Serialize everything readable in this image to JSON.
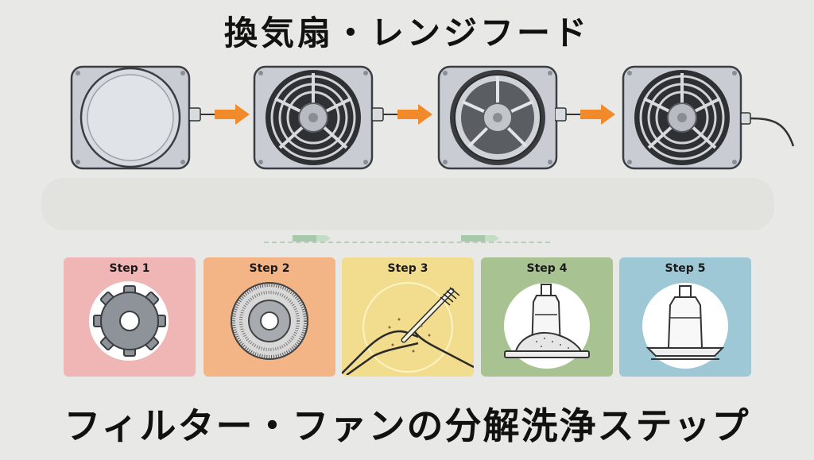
{
  "header": {
    "title": "換気扇・レンジフード"
  },
  "footer": {
    "title": "フィルター・ファンの分解洗浄ステップ"
  },
  "units": [
    {
      "name": "cover-closed",
      "icon": "closed-cover-icon"
    },
    {
      "name": "fan-exposed",
      "icon": "fan-icon"
    },
    {
      "name": "fan-inner",
      "icon": "fan-icon"
    },
    {
      "name": "fan-reassembled",
      "icon": "fan-with-cord-icon"
    }
  ],
  "steps": [
    {
      "label": "Step 1",
      "color": "#f0b6b6",
      "icon": "gear-part-icon"
    },
    {
      "label": "Step 2",
      "color": "#f3b486",
      "icon": "round-brush-icon"
    },
    {
      "label": "Step 3",
      "color": "#f2dd8e",
      "icon": "hand-brush-icon"
    },
    {
      "label": "Step 4",
      "color": "#a8c391",
      "icon": "detergent-bottle-icon"
    },
    {
      "label": "Step 5",
      "color": "#9fc8d6",
      "icon": "bottle-tray-icon"
    }
  ],
  "colors": {
    "accent": "#f08a2a",
    "metal": "#c9cdd3",
    "dark": "#2b2b2b"
  }
}
